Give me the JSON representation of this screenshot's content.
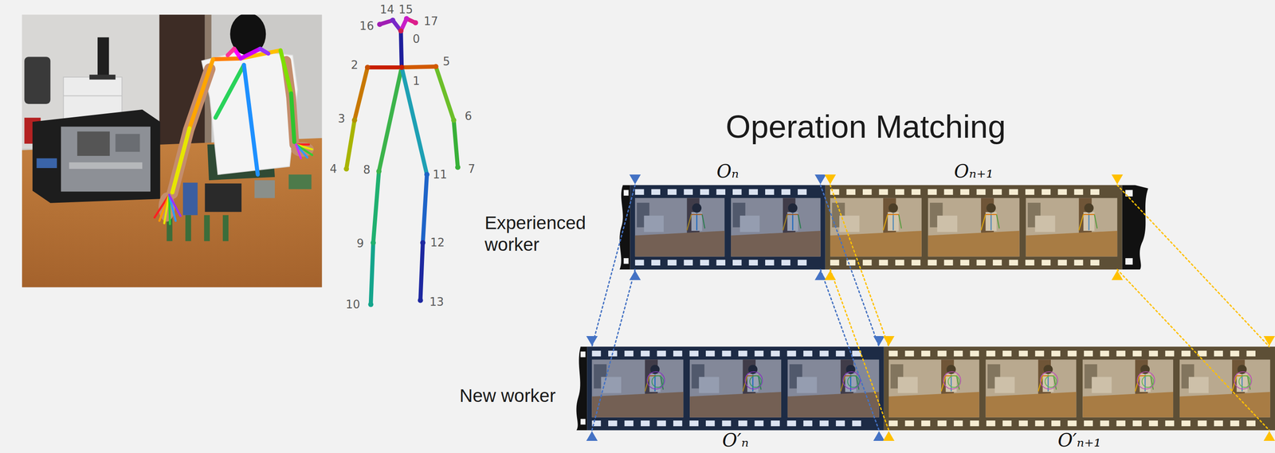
{
  "diagram": {
    "title": "Operation Matching",
    "nodes": [
      {
        "text": [
          "Oₙ"
        ]
      },
      {
        "text": [
          "Oₙ₊₁"
        ]
      },
      {
        "text": [
          "O′ₙ"
        ]
      },
      {
        "text": [
          "O′ₙ₊₁"
        ]
      }
    ],
    "edges": [
      {
        "from": 0,
        "to": 2,
        "arrow": "none"
      },
      {
        "from": 0,
        "to": 2,
        "arrow": "none"
      },
      {
        "from": 0,
        "to": 2,
        "arrow": "none"
      },
      {
        "from": 0,
        "to": 2,
        "arrow": "none"
      },
      {
        "from": 1,
        "to": 3,
        "arrow": "none"
      },
      {
        "from": 1,
        "to": 3,
        "arrow": "none"
      },
      {
        "from": 1,
        "to": 3,
        "arrow": "none"
      },
      {
        "from": 1,
        "to": 3,
        "arrow": "none"
      }
    ],
    "labels": [
      "14",
      "15",
      "16",
      "17",
      "0",
      "2",
      "1",
      "5",
      "3",
      "6",
      "4",
      "8",
      "11",
      "7",
      "9",
      "12",
      "10",
      "13",
      "Experienced worker",
      "New worker"
    ]
  }
}
